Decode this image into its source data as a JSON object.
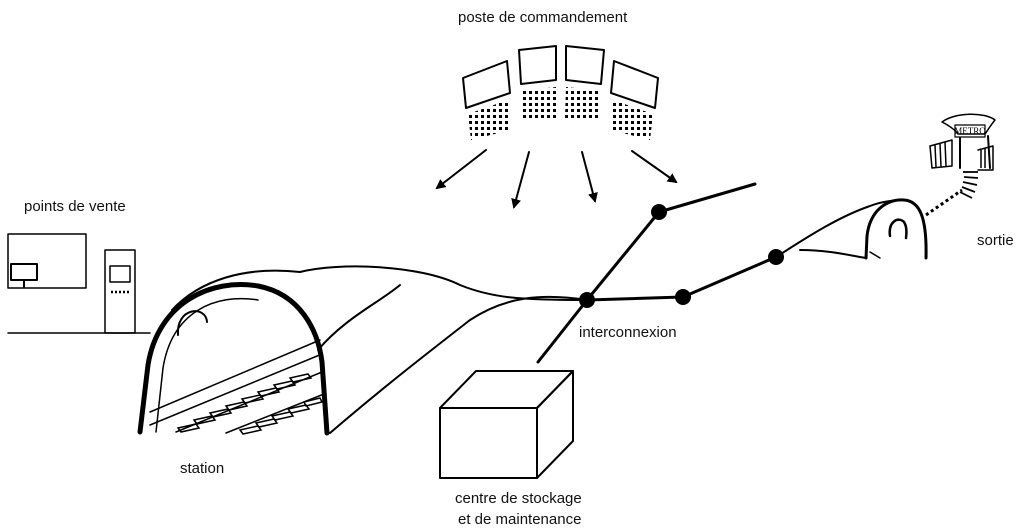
{
  "labels": {
    "control_center": "poste de commandement",
    "sales_points": "points de vente",
    "exit": "sortie",
    "interconnection": "interconnexion",
    "station": "station",
    "storage_line1": "centre de stockage",
    "storage_line2": "et de maintenance"
  },
  "metro_sign": "METRO",
  "colors": {
    "ink": "#000000",
    "background": "#ffffff"
  },
  "icons": [
    "monitor-icon",
    "ticket-machine-icon",
    "metro-entrance-icon",
    "tunnel-icon",
    "warehouse-box-icon"
  ]
}
